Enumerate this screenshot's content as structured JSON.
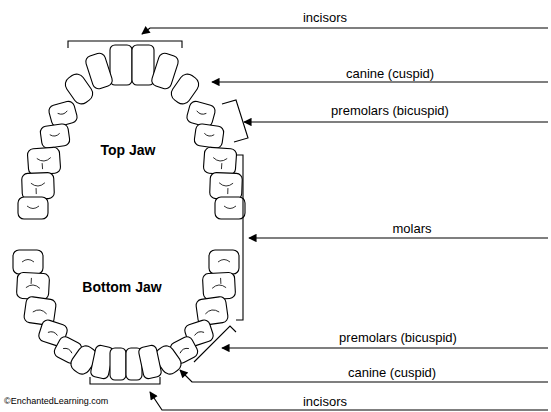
{
  "diagram": {
    "labels": [
      "incisors",
      "canine (cuspid)",
      "premolars (bicuspid)",
      "Top Jaw",
      "molars",
      "Bottom Jaw",
      "premolars (bicuspid)",
      "canine (cuspid)",
      "incisors",
      "©EnchantedLearning.com"
    ]
  }
}
